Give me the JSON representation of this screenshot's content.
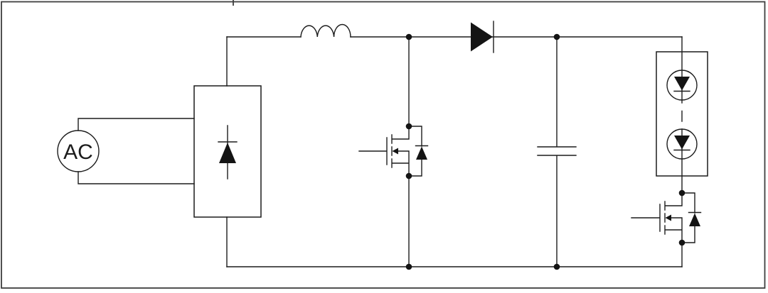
{
  "figure": {
    "kind": "circuit-schematic",
    "description": "AC mains input boost converter LED driver power stage with dimming switch",
    "labels": {
      "ac_source": "AC"
    },
    "colors": {
      "background": "#ffffff",
      "wire": "#1c1c1c",
      "frame": "#3e3e3e",
      "symbol_fill": "#141414"
    },
    "components": [
      {
        "name": "ac-source-icon",
        "symbol": "circle with AC text, two wires to rectifier"
      },
      {
        "name": "bridge-rectifier-icon",
        "symbol": "rectangle containing upward diode"
      },
      {
        "name": "inductor-icon",
        "symbol": "three-hump coil on top rail"
      },
      {
        "name": "boost-mosfet-icon",
        "symbol": "n-channel MOSFET with body diode, drain to top rail, source to bottom rail"
      },
      {
        "name": "boost-diode-icon",
        "symbol": "right-pointing diode on top rail"
      },
      {
        "name": "output-capacitor-icon",
        "symbol": "parallel-plate capacitor between rails"
      },
      {
        "name": "led-string-icon",
        "symbol": "boxed pair of LED circles joined by dashed wire"
      },
      {
        "name": "dimming-mosfet-icon",
        "symbol": "n-channel MOSFET with body diode in series with LED string"
      }
    ]
  }
}
